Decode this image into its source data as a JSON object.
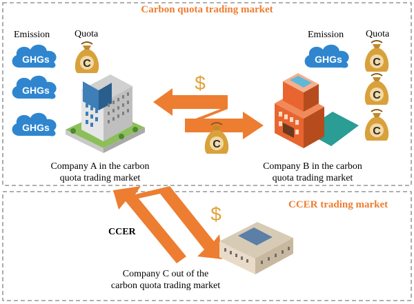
{
  "top_section": {
    "title": "Carbon quota trading market"
  },
  "bottom_section": {
    "title": "CCER trading market"
  },
  "legend_left": {
    "emission_label": "Emission",
    "quota_label": "Quota"
  },
  "legend_right": {
    "emission_label": "Emission",
    "quota_label": "Quota"
  },
  "cloud_text": "GHGs",
  "bag_letter": "C",
  "currency_symbol": "$",
  "company_a": {
    "line1": "Company A in the carbon",
    "line2": "quota trading market"
  },
  "company_b": {
    "line1": "Company B in the carbon",
    "line2": "quota trading market"
  },
  "company_c": {
    "line1": "Company C out of the",
    "line2": "carbon quota trading market"
  },
  "ccer_label": "CCER",
  "colors": {
    "accent": "#ED7D31",
    "cloud": "#2F86CF",
    "bag": "#D9A13B",
    "border": "#7F7F7F"
  }
}
